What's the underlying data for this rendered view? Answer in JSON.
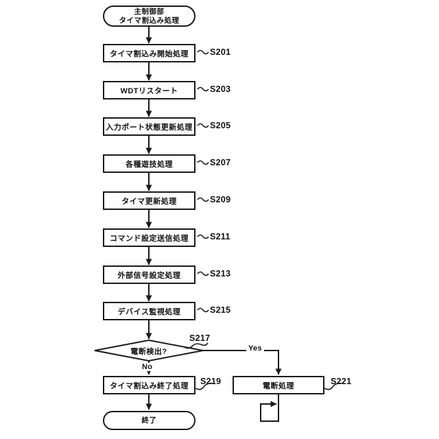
{
  "flow": {
    "start": {
      "line1": "主制御部",
      "line2": "タイマ割込み処理"
    },
    "steps": [
      {
        "id": "S201",
        "label": "タイマ割込み開始処理"
      },
      {
        "id": "S203",
        "label": "WDTリスタート"
      },
      {
        "id": "S205",
        "label": "入力ポート状態更新処理"
      },
      {
        "id": "S207",
        "label": "各種遊技処理"
      },
      {
        "id": "S209",
        "label": "タイマ更新処理"
      },
      {
        "id": "S211",
        "label": "コマンド設定送信処理"
      },
      {
        "id": "S213",
        "label": "外部信号設定処理"
      },
      {
        "id": "S215",
        "label": "デバイス監視処理"
      }
    ],
    "decision": {
      "id": "S217",
      "label": "電断検出?",
      "yes_label": "Yes",
      "no_label": "No"
    },
    "no_branch": {
      "id": "S219",
      "label": "タイマ割込み終了処理"
    },
    "yes_branch": {
      "id": "S221",
      "label": "電断処理"
    },
    "end": {
      "label": "終了"
    },
    "colors": {
      "line": "#1a1a1a",
      "background": "#ffffff"
    }
  }
}
